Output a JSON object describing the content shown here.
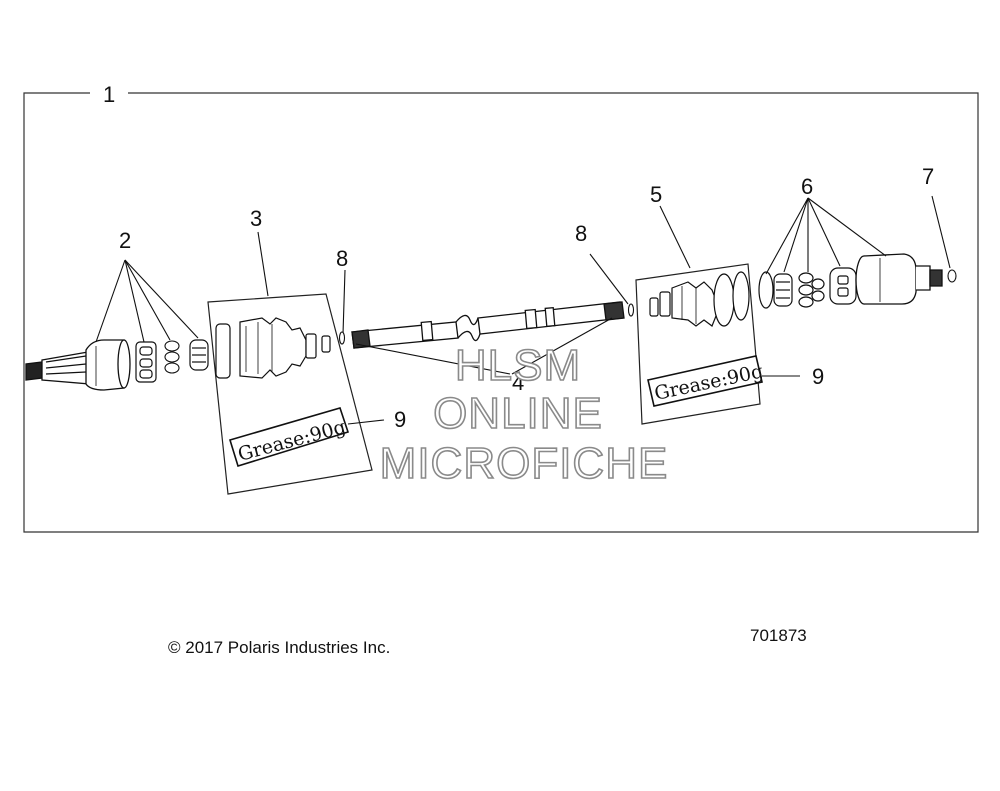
{
  "callouts": {
    "assembly": "1",
    "outer_cv_parts": "2",
    "outer_boot_kit": "3",
    "shaft": "4",
    "inner_boot_kit": "5",
    "inner_cv_parts": "6",
    "clip": "7",
    "ring_left": "8",
    "ring_right": "8",
    "grease_left": "9",
    "grease_right": "9"
  },
  "grease_label_left": "Grease:90g",
  "grease_label_right": "Grease:90g",
  "watermark": {
    "line1": "HLSM",
    "line2": "ONLINE",
    "line3": "MICROFICHE"
  },
  "footer": {
    "copyright": "© 2017 Polaris Industries Inc.",
    "drawing_number": "701873"
  }
}
